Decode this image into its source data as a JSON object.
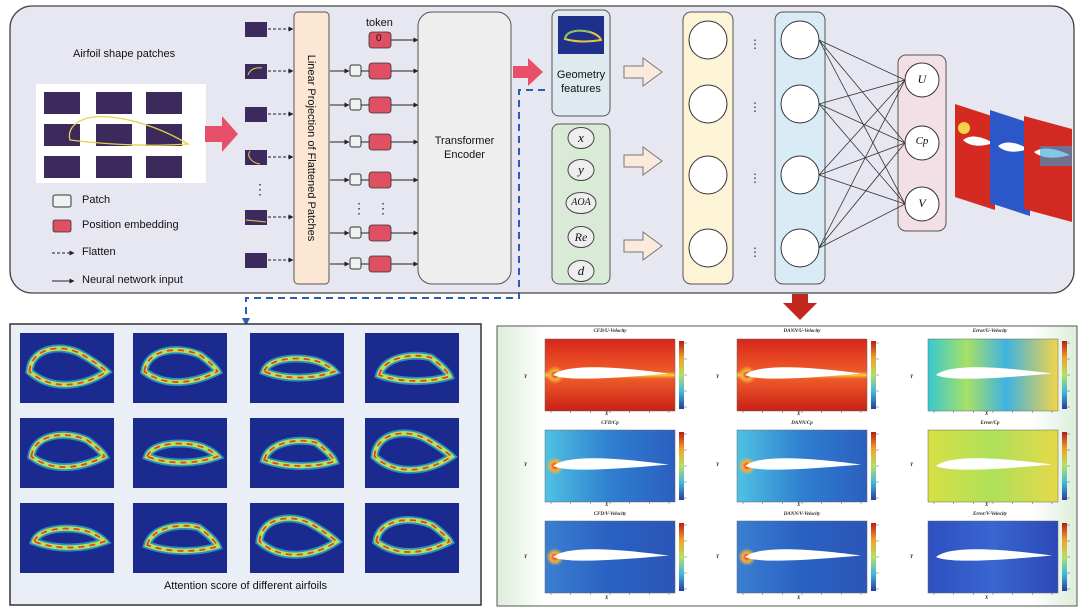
{
  "top_panel": {
    "airfoil_title": "Airfoil shape patches",
    "legend": {
      "patch": "Patch",
      "position_embedding": "Position embedding",
      "flatten": "Flatten",
      "nn_input": "Neural network input"
    },
    "linear_projection": "Linear Projection of Flattened Patches",
    "token_label": "token",
    "token_value": "0",
    "transformer": "Transformer Encoder",
    "geometry": "Geometry features",
    "inputs": [
      "x",
      "y",
      "AOA",
      "Re",
      "d"
    ],
    "outputs": [
      "U",
      "Cp",
      "V"
    ]
  },
  "attention_panel": {
    "caption": "Attention score of different airfoils"
  },
  "results_panel": {
    "titles": [
      "CFD/U-Velocity",
      "DANN/U-Velocity",
      "Error/U-Velocity",
      "CFD/Cp",
      "DANN/Cp",
      "Error/Cp",
      "CFD/V-Velocity",
      "DANN/V-Velocity",
      "Error/V-Velocity"
    ],
    "xlabel": "X",
    "ylabel": "Y"
  },
  "colors": {
    "patch_fill": "#3d2a5c",
    "embedding_fill": "#e05063",
    "accent_arrow": "#e8506a",
    "dashed": "#2d5db0"
  }
}
